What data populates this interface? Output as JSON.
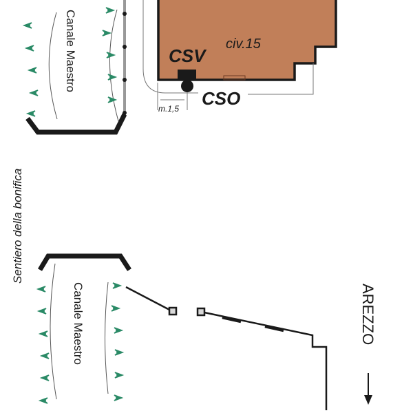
{
  "colors": {
    "building_fill": "#c17f59",
    "outline": "#1a1a1a",
    "vegetation": "#2a8a66",
    "bank_line": "#555555",
    "thin_line": "#777777",
    "fence": "#999999",
    "gate": "#d8d8d8"
  },
  "labels": {
    "building": "civ.15",
    "csv": "CSV",
    "cso": "CSO",
    "distance": "m.1,5",
    "path": "Sentiero della bonifica",
    "canal_top": "Canale Maestro",
    "canal_bottom": "Canale Maestro",
    "direction": "AREZZO"
  }
}
